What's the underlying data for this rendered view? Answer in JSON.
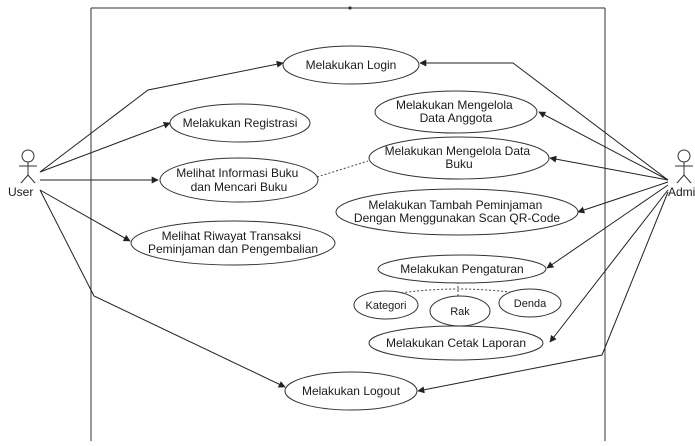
{
  "actors": {
    "user": {
      "label": "User"
    },
    "admin": {
      "label": "Admin"
    }
  },
  "use_cases": {
    "login": {
      "lines": [
        "Melakukan Login"
      ]
    },
    "registrasi": {
      "lines": [
        "Melakukan Registrasi"
      ]
    },
    "informasi_buku": {
      "lines": [
        "Melihat Informasi Buku",
        "dan Mencari Buku"
      ]
    },
    "riwayat_transaksi": {
      "lines": [
        "Melihat Riwayat Transaksi",
        "Peminjaman dan Pengembalian"
      ]
    },
    "kelola_anggota": {
      "lines": [
        "Melakukan Mengelola",
        "Data Anggota"
      ]
    },
    "kelola_buku": {
      "lines": [
        "Melakukan Mengelola Data",
        "Buku"
      ]
    },
    "tambah_peminjaman": {
      "lines": [
        "Melakukan Tambah Peminjaman",
        "Dengan Menggunakan Scan QR-Code"
      ]
    },
    "pengaturan": {
      "lines": [
        "Melakukan Pengaturan"
      ]
    },
    "kategori": {
      "lines": [
        "Kategori"
      ]
    },
    "rak": {
      "lines": [
        "Rak"
      ]
    },
    "denda": {
      "lines": [
        "Denda"
      ]
    },
    "cetak_laporan": {
      "lines": [
        "Melakukan Cetak Laporan"
      ]
    },
    "logout": {
      "lines": [
        "Melakukan Logout"
      ]
    }
  }
}
